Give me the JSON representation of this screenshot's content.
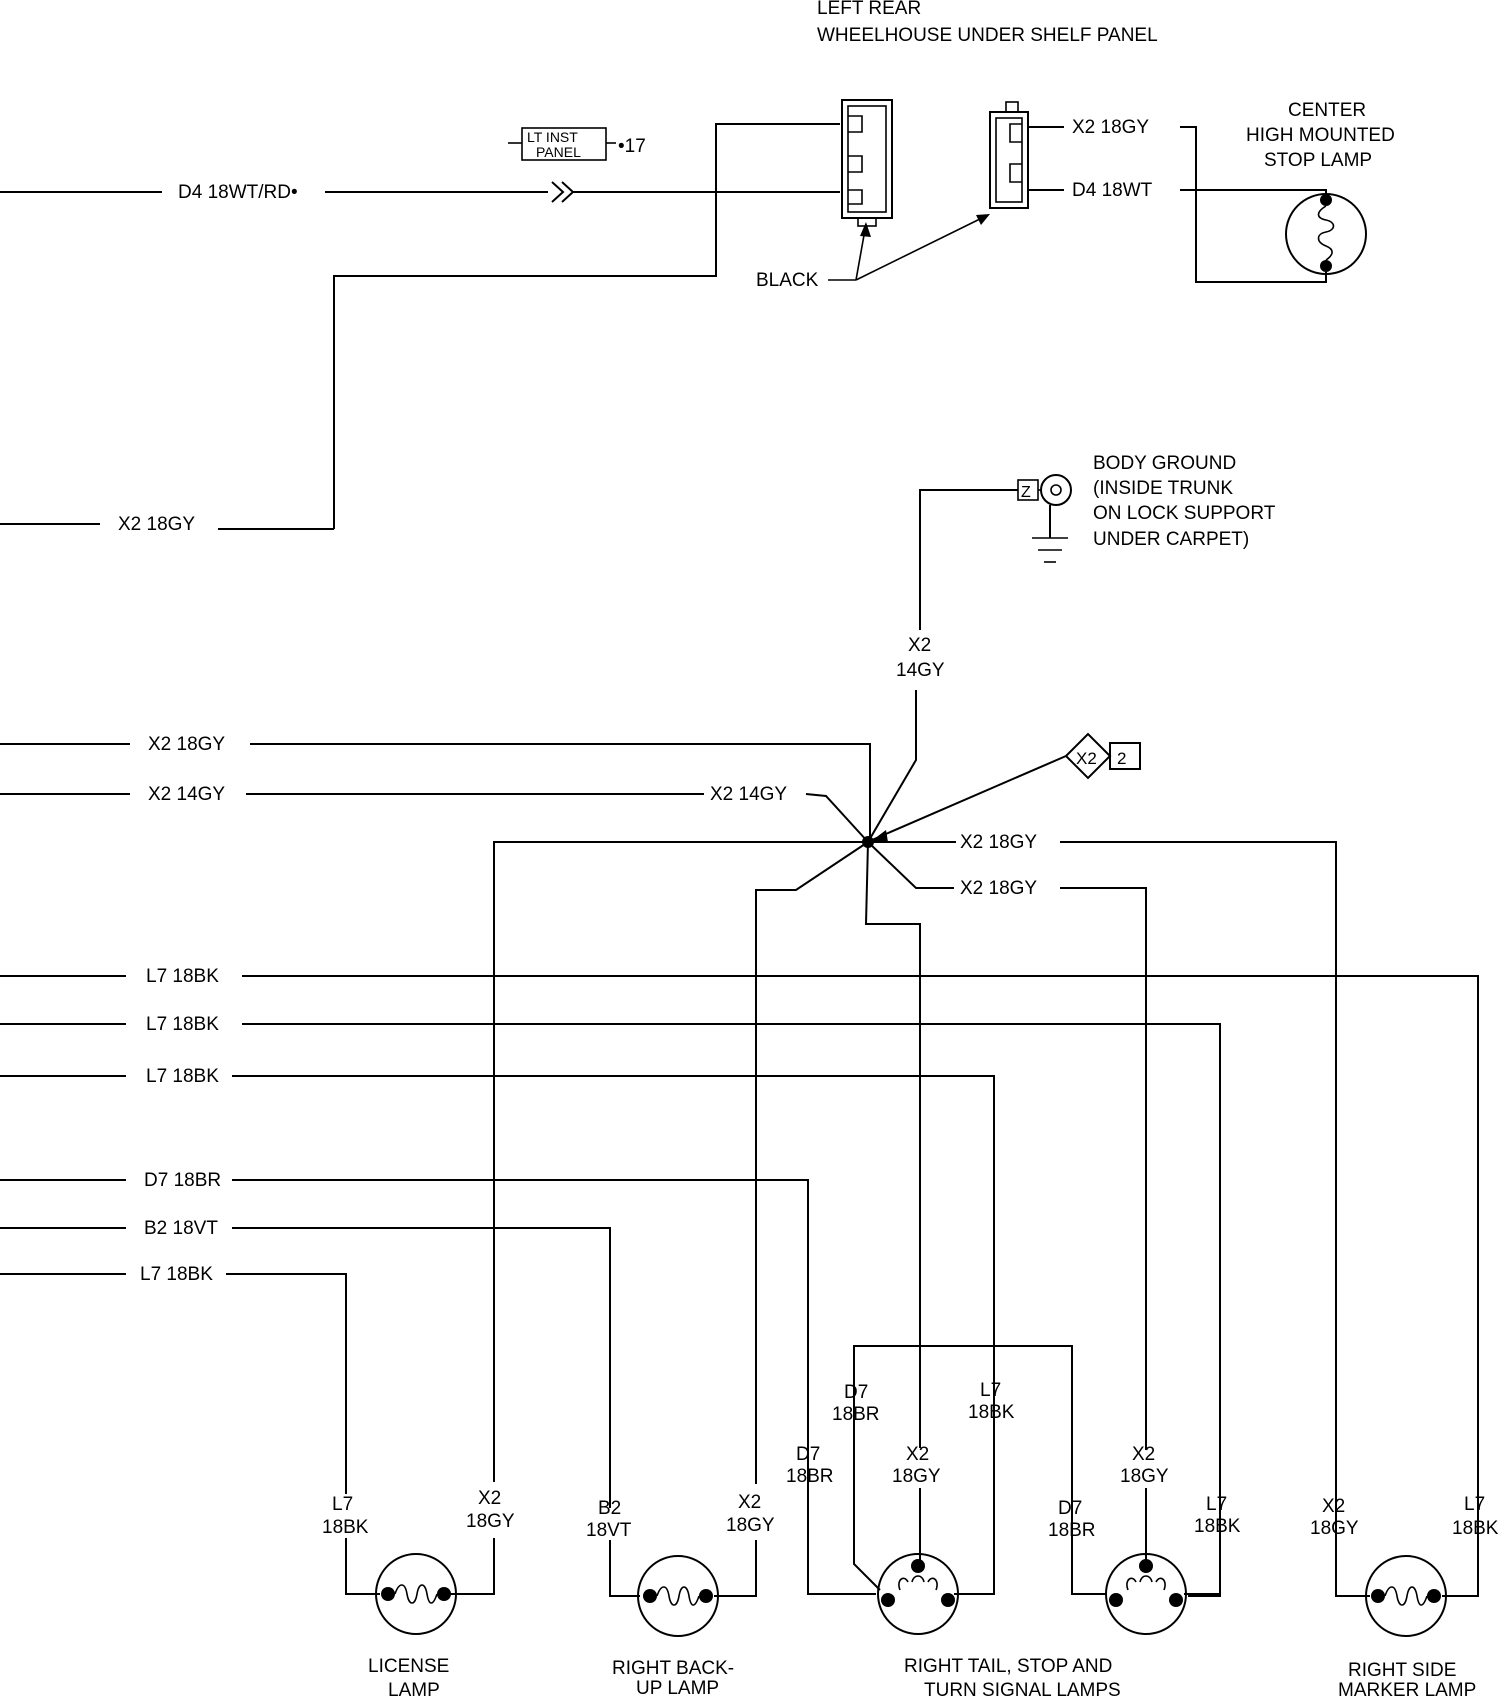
{
  "header": {
    "location_line1": "LEFT REAR",
    "location_line2": "WHEELHOUSE UNDER SHELF PANEL"
  },
  "connectors": {
    "black_label": "BLACK",
    "lt_inst_panel_line1": "LT INST",
    "lt_inst_panel_line2": "PANEL",
    "lt_inst_panel_pin": "•17"
  },
  "wires": {
    "d4_left": "D4 18WT/RD•",
    "x2_upper_left": "X2 18GY",
    "x2_18gy_left": "X2 18GY",
    "x2_14gy_left": "X2 14GY",
    "x2_14gy_mid": "X2 14GY",
    "x2_18gy_right_1": "X2 18GY",
    "x2_18gy_right_2": "X2 18GY",
    "l7_1": "L7 18BK",
    "l7_2": "L7 18BK",
    "l7_3": "L7 18BK",
    "d7_1": "D7 18BR",
    "b2_1": "B2 18VT",
    "l7_4": "L7 18BK",
    "chmsl_x2": "X2 18GY",
    "chmsl_d4": "D4 18WT",
    "ground_x2_a": "X2",
    "ground_x2_b": "14GY",
    "splice_id": "X2",
    "splice_num": "2"
  },
  "ground": {
    "line1": "BODY GROUND",
    "line2": "(INSIDE TRUNK",
    "line3": "ON LOCK SUPPORT",
    "line4": "UNDER CARPET)",
    "symbol": "Z"
  },
  "lamps": {
    "chmsl": {
      "line1": "CENTER",
      "line2": "HIGH MOUNTED",
      "line3": "STOP LAMP"
    },
    "license": {
      "line1": "LICENSE",
      "line2": "LAMP"
    },
    "backup": {
      "line1": "RIGHT BACK-",
      "line2": "UP LAMP"
    },
    "tail": {
      "line1": "RIGHT TAIL, STOP AND",
      "line2": "TURN SIGNAL LAMPS"
    },
    "marker": {
      "line1": "RIGHT SIDE",
      "line2": "MARKER LAMP"
    }
  },
  "lamp_wires": {
    "lic_l7_a": "L7",
    "lic_l7_b": "18BK",
    "lic_x2_a": "X2",
    "lic_x2_b": "18GY",
    "bu_b2_a": "B2",
    "bu_b2_b": "18VT",
    "bu_x2_a": "X2",
    "bu_x2_b": "18GY",
    "t1_d7_a": "D7",
    "t1_d7_b": "18BR",
    "t1_d7b_a": "D7",
    "t1_d7b_b": "18BR",
    "t1_x2_a": "X2",
    "t1_x2_b": "18GY",
    "t1_l7_a": "L7",
    "t1_l7_b": "18BK",
    "t2_d7_a": "D7",
    "t2_d7_b": "18BR",
    "t2_x2_a": "X2",
    "t2_x2_b": "18GY",
    "t2_l7_a": "L7",
    "t2_l7_b": "18BK",
    "mk_x2_a": "X2",
    "mk_x2_b": "18GY",
    "mk_l7_a": "L7",
    "mk_l7_b": "18BK"
  }
}
